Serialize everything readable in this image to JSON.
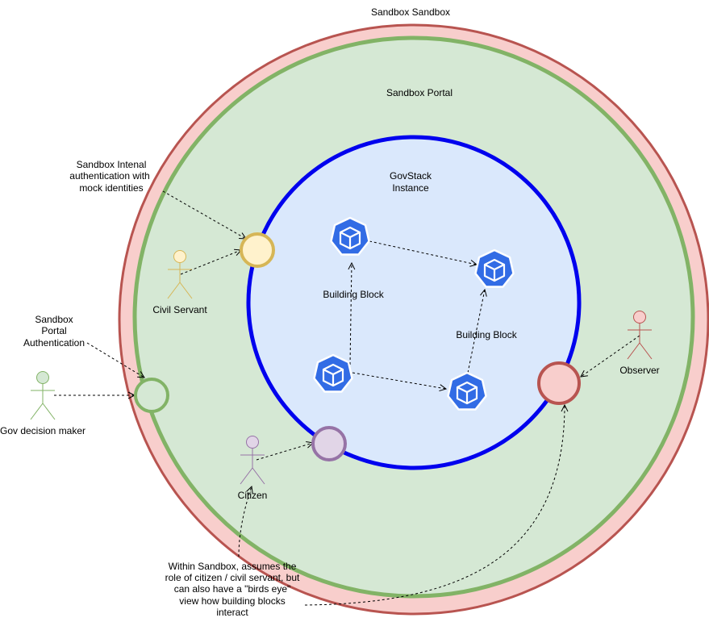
{
  "colors": {
    "sandbox_fill": "#f8cecc",
    "sandbox_stroke": "#b85450",
    "portal_fill": "#d5e8d4",
    "portal_stroke": "#82b366",
    "govstack_fill": "#dae8fc",
    "govstack_stroke": "#0000ee",
    "bb_icon": "#326ce5",
    "civil_auth_fill": "#fff2cc",
    "civil_auth_stroke": "#d6b656",
    "citizen_node_fill": "#e1d5e7",
    "citizen_node_stroke": "#9673a6",
    "observer_node_fill": "#f8cecc",
    "observer_node_stroke": "#b85450"
  },
  "labels": {
    "sandbox": "Sandbox Sandbox",
    "portal": "Sandbox Portal",
    "govstack": [
      "GovStack",
      "Instance"
    ],
    "building_block_1": "Building Block",
    "building_block_2": "Building Block",
    "internal_auth_note": [
      "Sandbox Intenal",
      "authentication with",
      "mock identities"
    ],
    "portal_auth_note": [
      "Sandbox",
      "Portal",
      "Authentication"
    ],
    "observer_note": [
      "Within Sandbox, assumes the",
      "role of citizen / civil servant, but",
      "can also have a \"birds eye\"",
      "view how building blocks",
      "interact"
    ]
  },
  "actors": {
    "civil_servant": "Civil Servant",
    "gov_decision_maker": "Gov decision maker",
    "citizen": "Citizen",
    "observer": "Observer"
  },
  "icons": {
    "building_block": "kubernetes-pod-icon",
    "actor": "stick-figure-icon"
  }
}
